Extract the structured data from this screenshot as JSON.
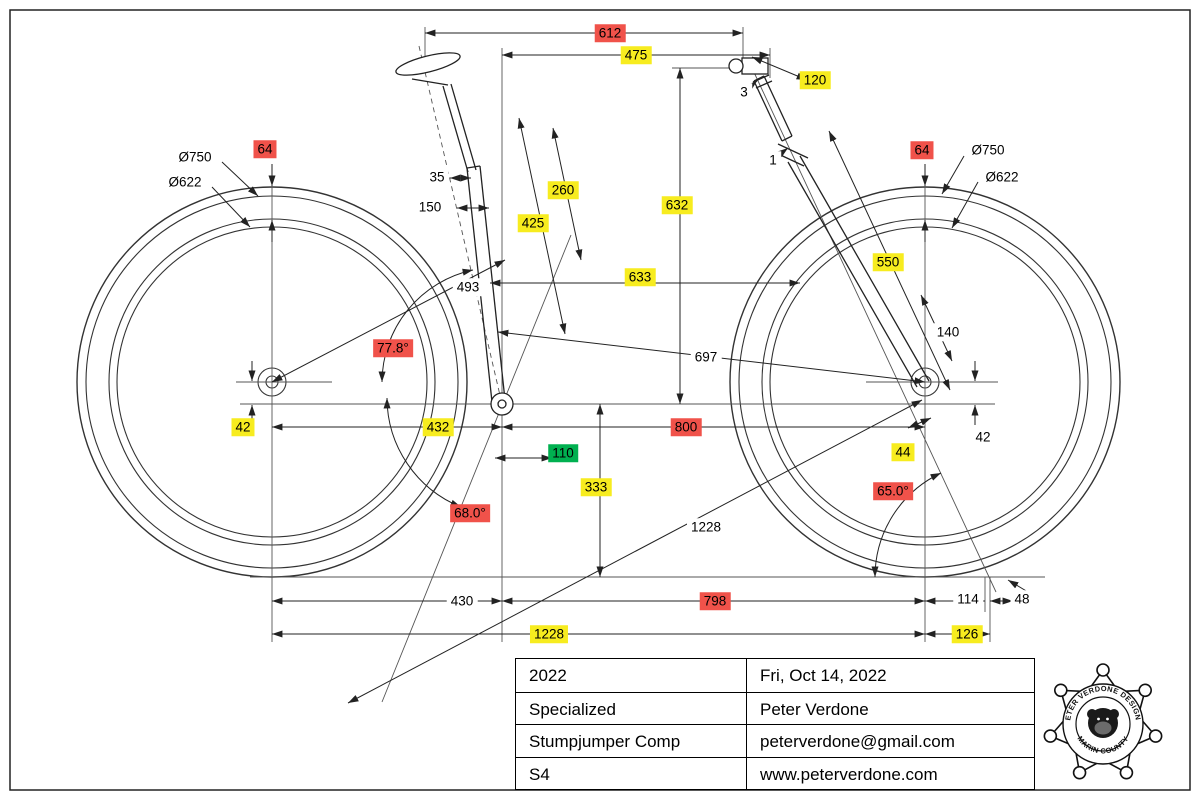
{
  "dims": {
    "d612": {
      "value": "612",
      "color": "red"
    },
    "d475": {
      "value": "475",
      "color": "yellow"
    },
    "d3": {
      "value": "3",
      "color": "none"
    },
    "d120": {
      "value": "120",
      "color": "yellow"
    },
    "d1": {
      "value": "1",
      "color": "none"
    },
    "dia750_l": {
      "value": "Ø750",
      "color": "none"
    },
    "d64_l": {
      "value": "64",
      "color": "red"
    },
    "dia622_l": {
      "value": "Ø622",
      "color": "none"
    },
    "d35": {
      "value": "35",
      "color": "none"
    },
    "d150": {
      "value": "150",
      "color": "none"
    },
    "d260": {
      "value": "260",
      "color": "yellow"
    },
    "d425": {
      "value": "425",
      "color": "yellow"
    },
    "d632": {
      "value": "632",
      "color": "yellow"
    },
    "d633": {
      "value": "633",
      "color": "yellow"
    },
    "d493": {
      "value": "493",
      "color": "none"
    },
    "a77_8": {
      "value": "77.8°",
      "color": "red"
    },
    "d697": {
      "value": "697",
      "color": "none"
    },
    "d42_l": {
      "value": "42",
      "color": "yellow"
    },
    "d432": {
      "value": "432",
      "color": "yellow"
    },
    "d110": {
      "value": "110",
      "color": "green"
    },
    "d800": {
      "value": "800",
      "color": "red"
    },
    "a68_0": {
      "value": "68.0°",
      "color": "red"
    },
    "d333": {
      "value": "333",
      "color": "yellow"
    },
    "d1228_mid": {
      "value": "1228",
      "color": "none"
    },
    "d430": {
      "value": "430",
      "color": "none"
    },
    "d798": {
      "value": "798",
      "color": "red"
    },
    "d1228_btm": {
      "value": "1228",
      "color": "yellow"
    },
    "d126": {
      "value": "126",
      "color": "yellow"
    },
    "d114": {
      "value": "114",
      "color": "none"
    },
    "d48": {
      "value": "48",
      "color": "none"
    },
    "d44": {
      "value": "44",
      "color": "yellow"
    },
    "a65_0": {
      "value": "65.0°",
      "color": "red"
    },
    "d42_r": {
      "value": "42",
      "color": "none"
    },
    "d140": {
      "value": "140",
      "color": "none"
    },
    "d550": {
      "value": "550",
      "color": "yellow"
    },
    "d64_r": {
      "value": "64",
      "color": "red"
    },
    "dia750_r": {
      "value": "Ø750",
      "color": "none"
    },
    "dia622_r": {
      "value": "Ø622",
      "color": "none"
    }
  },
  "title_block": {
    "rows": [
      {
        "left": "2022",
        "right": "Fri, Oct 14, 2022"
      },
      {
        "left": "Specialized",
        "right": "Peter Verdone"
      },
      {
        "left": "Stumpjumper Comp",
        "right": "peterverdone@gmail.com"
      },
      {
        "left": "S4",
        "right": "www.peterverdone.com"
      }
    ]
  },
  "logo": {
    "ring_text_top": "PETER VERDONE DESIGNS",
    "ring_text_bottom": "MARIN COUNTY"
  },
  "colors": {
    "highlight_yellow": "#f7ec1f",
    "highlight_red": "#f0524a",
    "highlight_green": "#00b050",
    "line_color": "#222222"
  }
}
